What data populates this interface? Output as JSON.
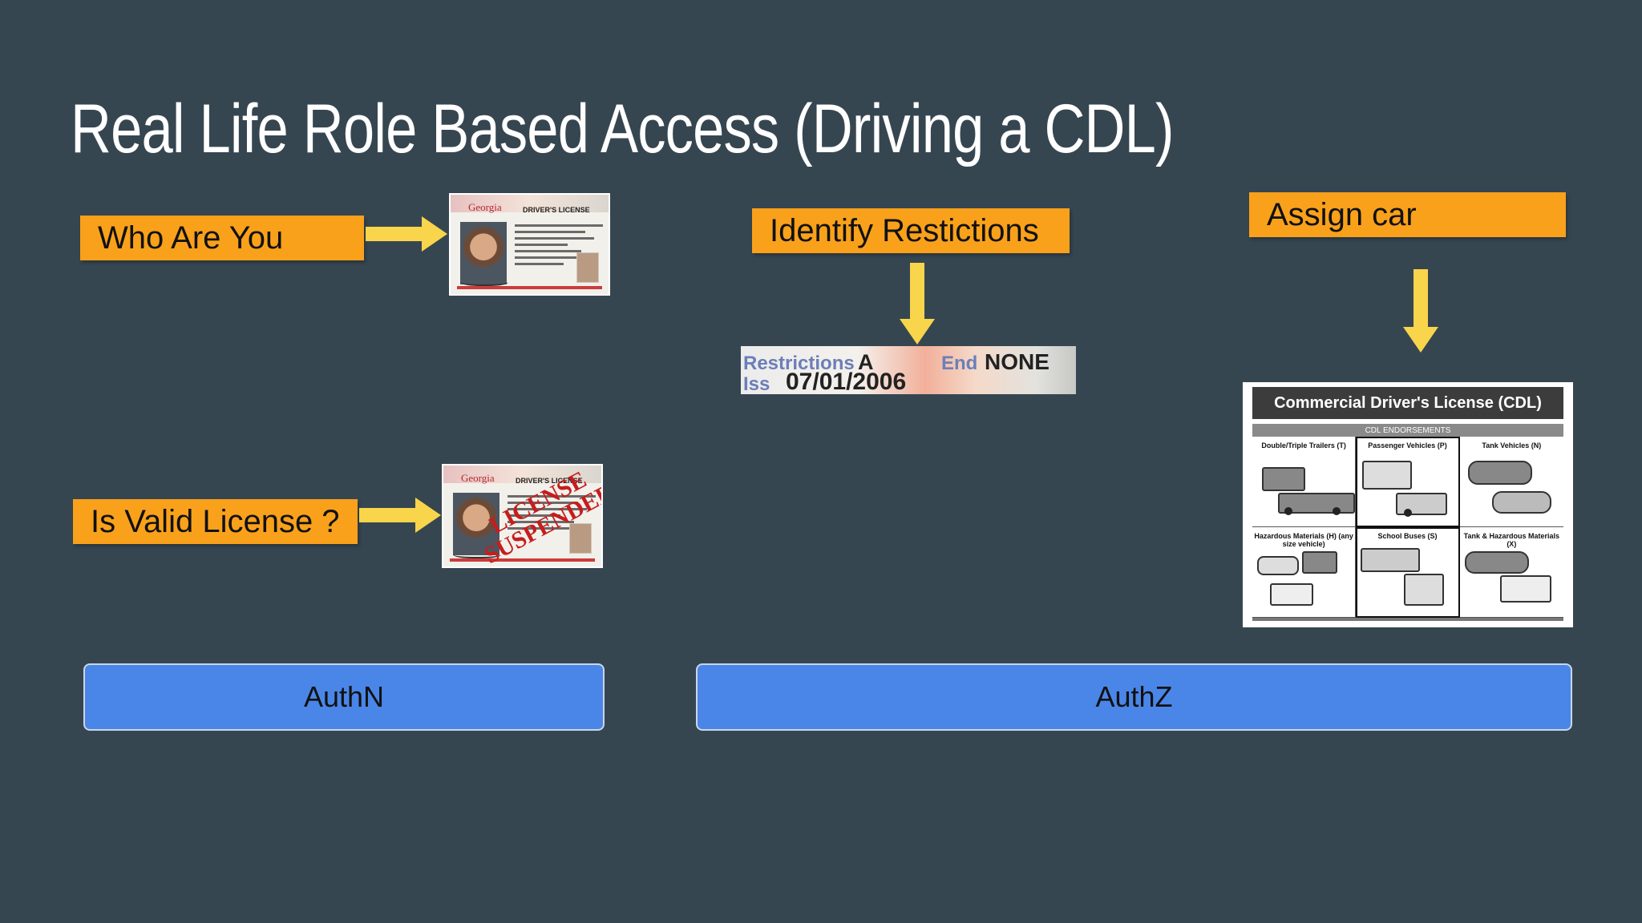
{
  "slide": {
    "title": "Real Life Role Based Access (Driving a CDL)"
  },
  "tags": {
    "who": "Who Are You",
    "valid": "Is Valid License ?",
    "identify": "Identify Restictions",
    "assign": "Assign car"
  },
  "license_card": {
    "state": "Georgia",
    "header": "DRIVER'S LICENSE"
  },
  "suspended_card": {
    "state": "Georgia",
    "header": "DRIVER'S LICENSE",
    "stamp_line1": "LICENSE",
    "stamp_line2": "SUSPENDED"
  },
  "restrictions_strip": {
    "restrictions_label": "Restrictions",
    "restrictions_value": "A",
    "end_label": "End",
    "end_value": "NONE",
    "iss_label": "Iss",
    "iss_value": "07/01/2006"
  },
  "cdl_chart": {
    "title": "Commercial Driver's License (CDL)",
    "subtitle": "CDL ENDORSEMENTS",
    "cells": [
      "Double/Triple Trailers (T)",
      "Passenger Vehicles (P)",
      "Tank Vehicles (N)",
      "Hazardous Materials (H) (any size vehicle)",
      "School Buses (S)",
      "Tank & Hazardous Materials (X)"
    ]
  },
  "bars": {
    "authn": "AuthN",
    "authz": "AuthZ"
  },
  "colors": {
    "background": "#364651",
    "tag": "#f9a11b",
    "arrow": "#f8d54a",
    "bar": "#4a86e8"
  }
}
